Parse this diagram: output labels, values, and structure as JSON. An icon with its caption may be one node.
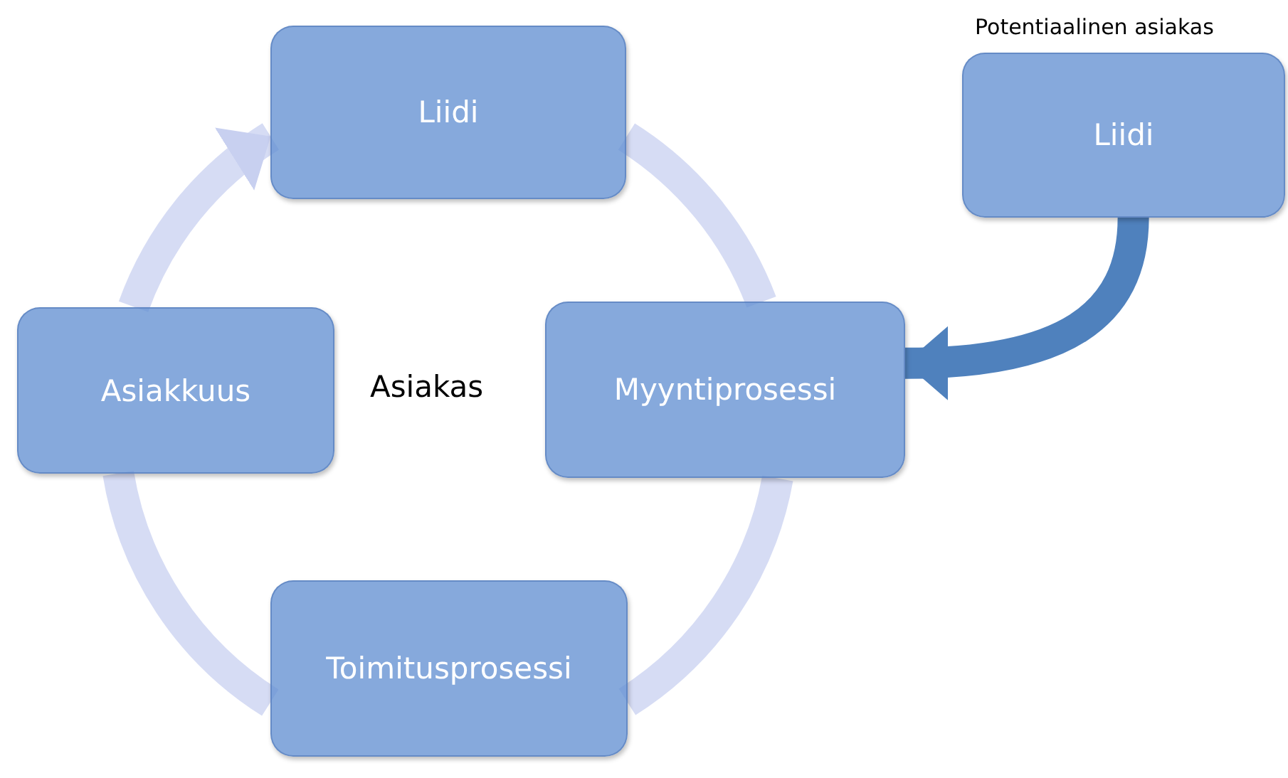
{
  "diagram": {
    "nodes": [
      {
        "text": [
          "Liidi"
        ]
      },
      {
        "text": [
          "Myyntiprosessi"
        ]
      },
      {
        "text": [
          "Toimitusprosessi"
        ]
      },
      {
        "text": [
          "Asiakkuus"
        ]
      },
      {
        "text": [
          "Liidi"
        ],
        "beside": [
          "Potentiaalinen asiakas"
        ]
      }
    ],
    "edges": [
      {
        "from": 0,
        "to": 1,
        "arrow": "none"
      },
      {
        "from": 1,
        "to": 2,
        "arrow": "none"
      },
      {
        "from": 2,
        "to": 3,
        "arrow": "none"
      },
      {
        "from": 3,
        "to": 0,
        "arrow": "to"
      },
      {
        "from": 4,
        "to": 1,
        "arrow": "to",
        "color": "#4f81bd"
      }
    ],
    "labels": [
      "Asiakas"
    ]
  }
}
